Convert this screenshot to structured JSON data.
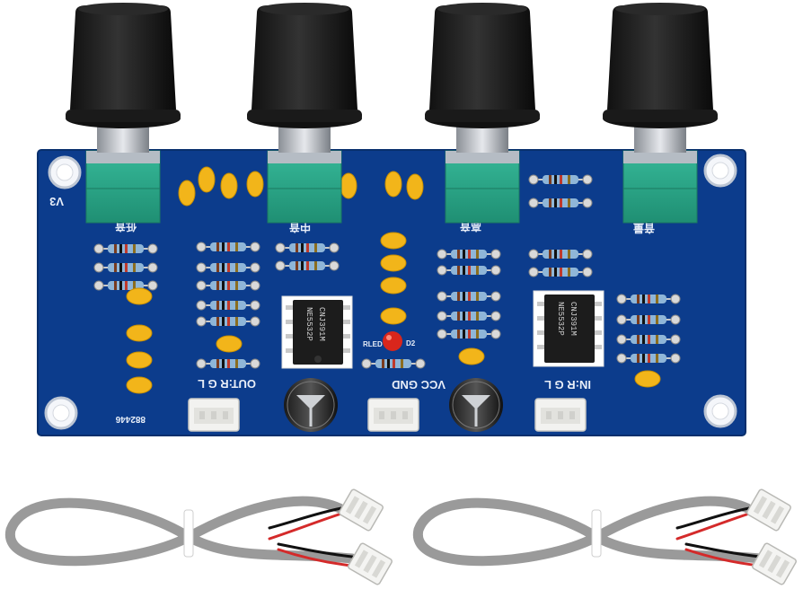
{
  "board": {
    "pcb_color": "#0c3c8c",
    "cap_color": "#f2b51a",
    "pot_color": "#2aa889",
    "silkscreen": {
      "version": "V3",
      "out_label": "OUT:R G L",
      "power_label": "VCC GND",
      "in_label": "IN:R G L",
      "serial": "882446",
      "led_label": "RLED",
      "d2_label": "D2",
      "knob_labels": [
        "低音",
        "中音",
        "高音",
        "音量"
      ]
    },
    "chips": [
      {
        "line1": "NE5532P",
        "line2": "CNJ391M"
      },
      {
        "line1": "NE5532P",
        "line2": "CNJ391M"
      }
    ],
    "knobs": [
      "knob-1",
      "knob-2",
      "knob-3",
      "knob-4"
    ]
  },
  "cables": {
    "count": 2,
    "jacket_color": "#9a9a9a"
  }
}
